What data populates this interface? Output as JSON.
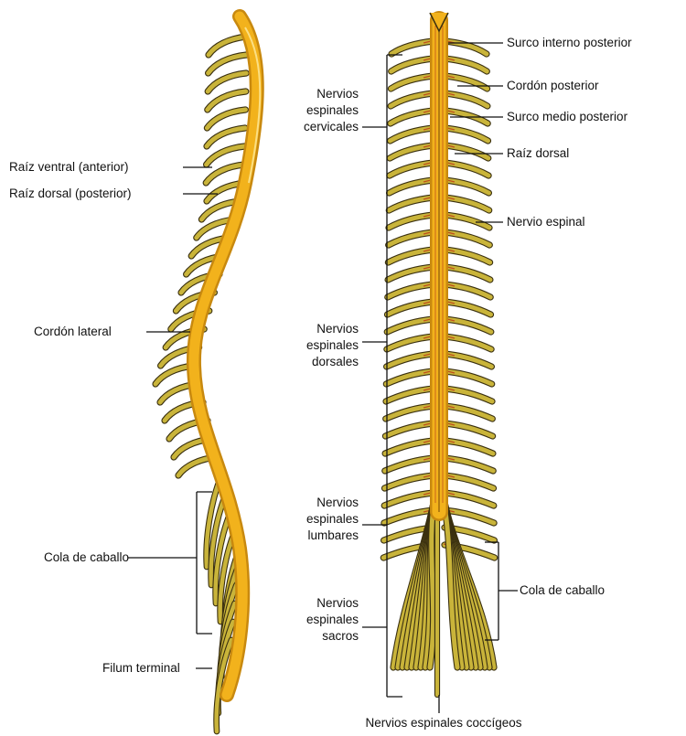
{
  "left_view": {
    "labels": {
      "raiz_ventral": "Raíz ventral (anterior)",
      "raiz_dorsal": "Raíz dorsal (posterior)",
      "cordon_lateral": "Cordón lateral",
      "cola_de_caballo": "Cola de caballo",
      "filum_terminal": "Filum terminal"
    }
  },
  "right_view": {
    "labels": {
      "surco_interno_posterior": "Surco interno posterior",
      "cordon_posterior": "Cordón posterior",
      "surco_medio_posterior": "Surco medio posterior",
      "raiz_dorsal": "Raíz dorsal",
      "nervio_espinal": "Nervio espinal",
      "cola_de_caballo": "Cola de caballo",
      "coccigeos": "Nervios espinales coccígeos"
    },
    "regions": {
      "cervicales": [
        "Nervios",
        "espinales",
        "cervicales"
      ],
      "dorsales": [
        "Nervios",
        "espinales",
        "dorsales"
      ],
      "lumbares": [
        "Nervios",
        "espinales",
        "lumbares"
      ],
      "sacros": [
        "Nervios",
        "espinales",
        "sacros"
      ]
    }
  },
  "colors": {
    "cord_fill": "#f2b21c",
    "cord_dark": "#c8890f",
    "nerve_fill": "#c9b43a",
    "nerve_outline": "#3a3010",
    "root_red": "#c0501a",
    "leader_line": "#111111"
  }
}
